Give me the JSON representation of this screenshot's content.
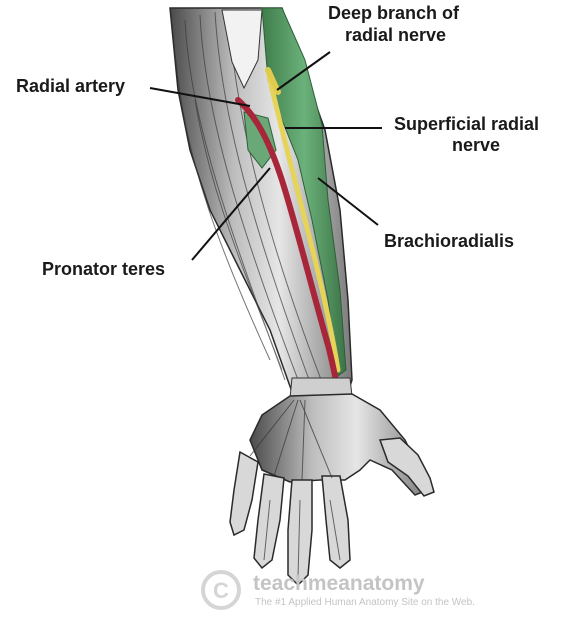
{
  "labels": {
    "deep_branch_line1": "Deep branch of",
    "deep_branch_line2": "radial nerve",
    "radial_artery": "Radial artery",
    "superficial_line1": "Superficial radial",
    "superficial_line2": "nerve",
    "brachioradialis": "Brachioradialis",
    "pronator_teres": "Pronator teres"
  },
  "watermark": {
    "brand": "teachmeanatomy",
    "tagline": "The #1 Applied Human Anatomy Site on the Web."
  },
  "colors": {
    "muscle_green": "#5e9f6a",
    "artery_red": "#a8263a",
    "nerve_yellow": "#e6d45a",
    "bone_grey": "#8a8a8a",
    "leader_line": "#111111"
  }
}
